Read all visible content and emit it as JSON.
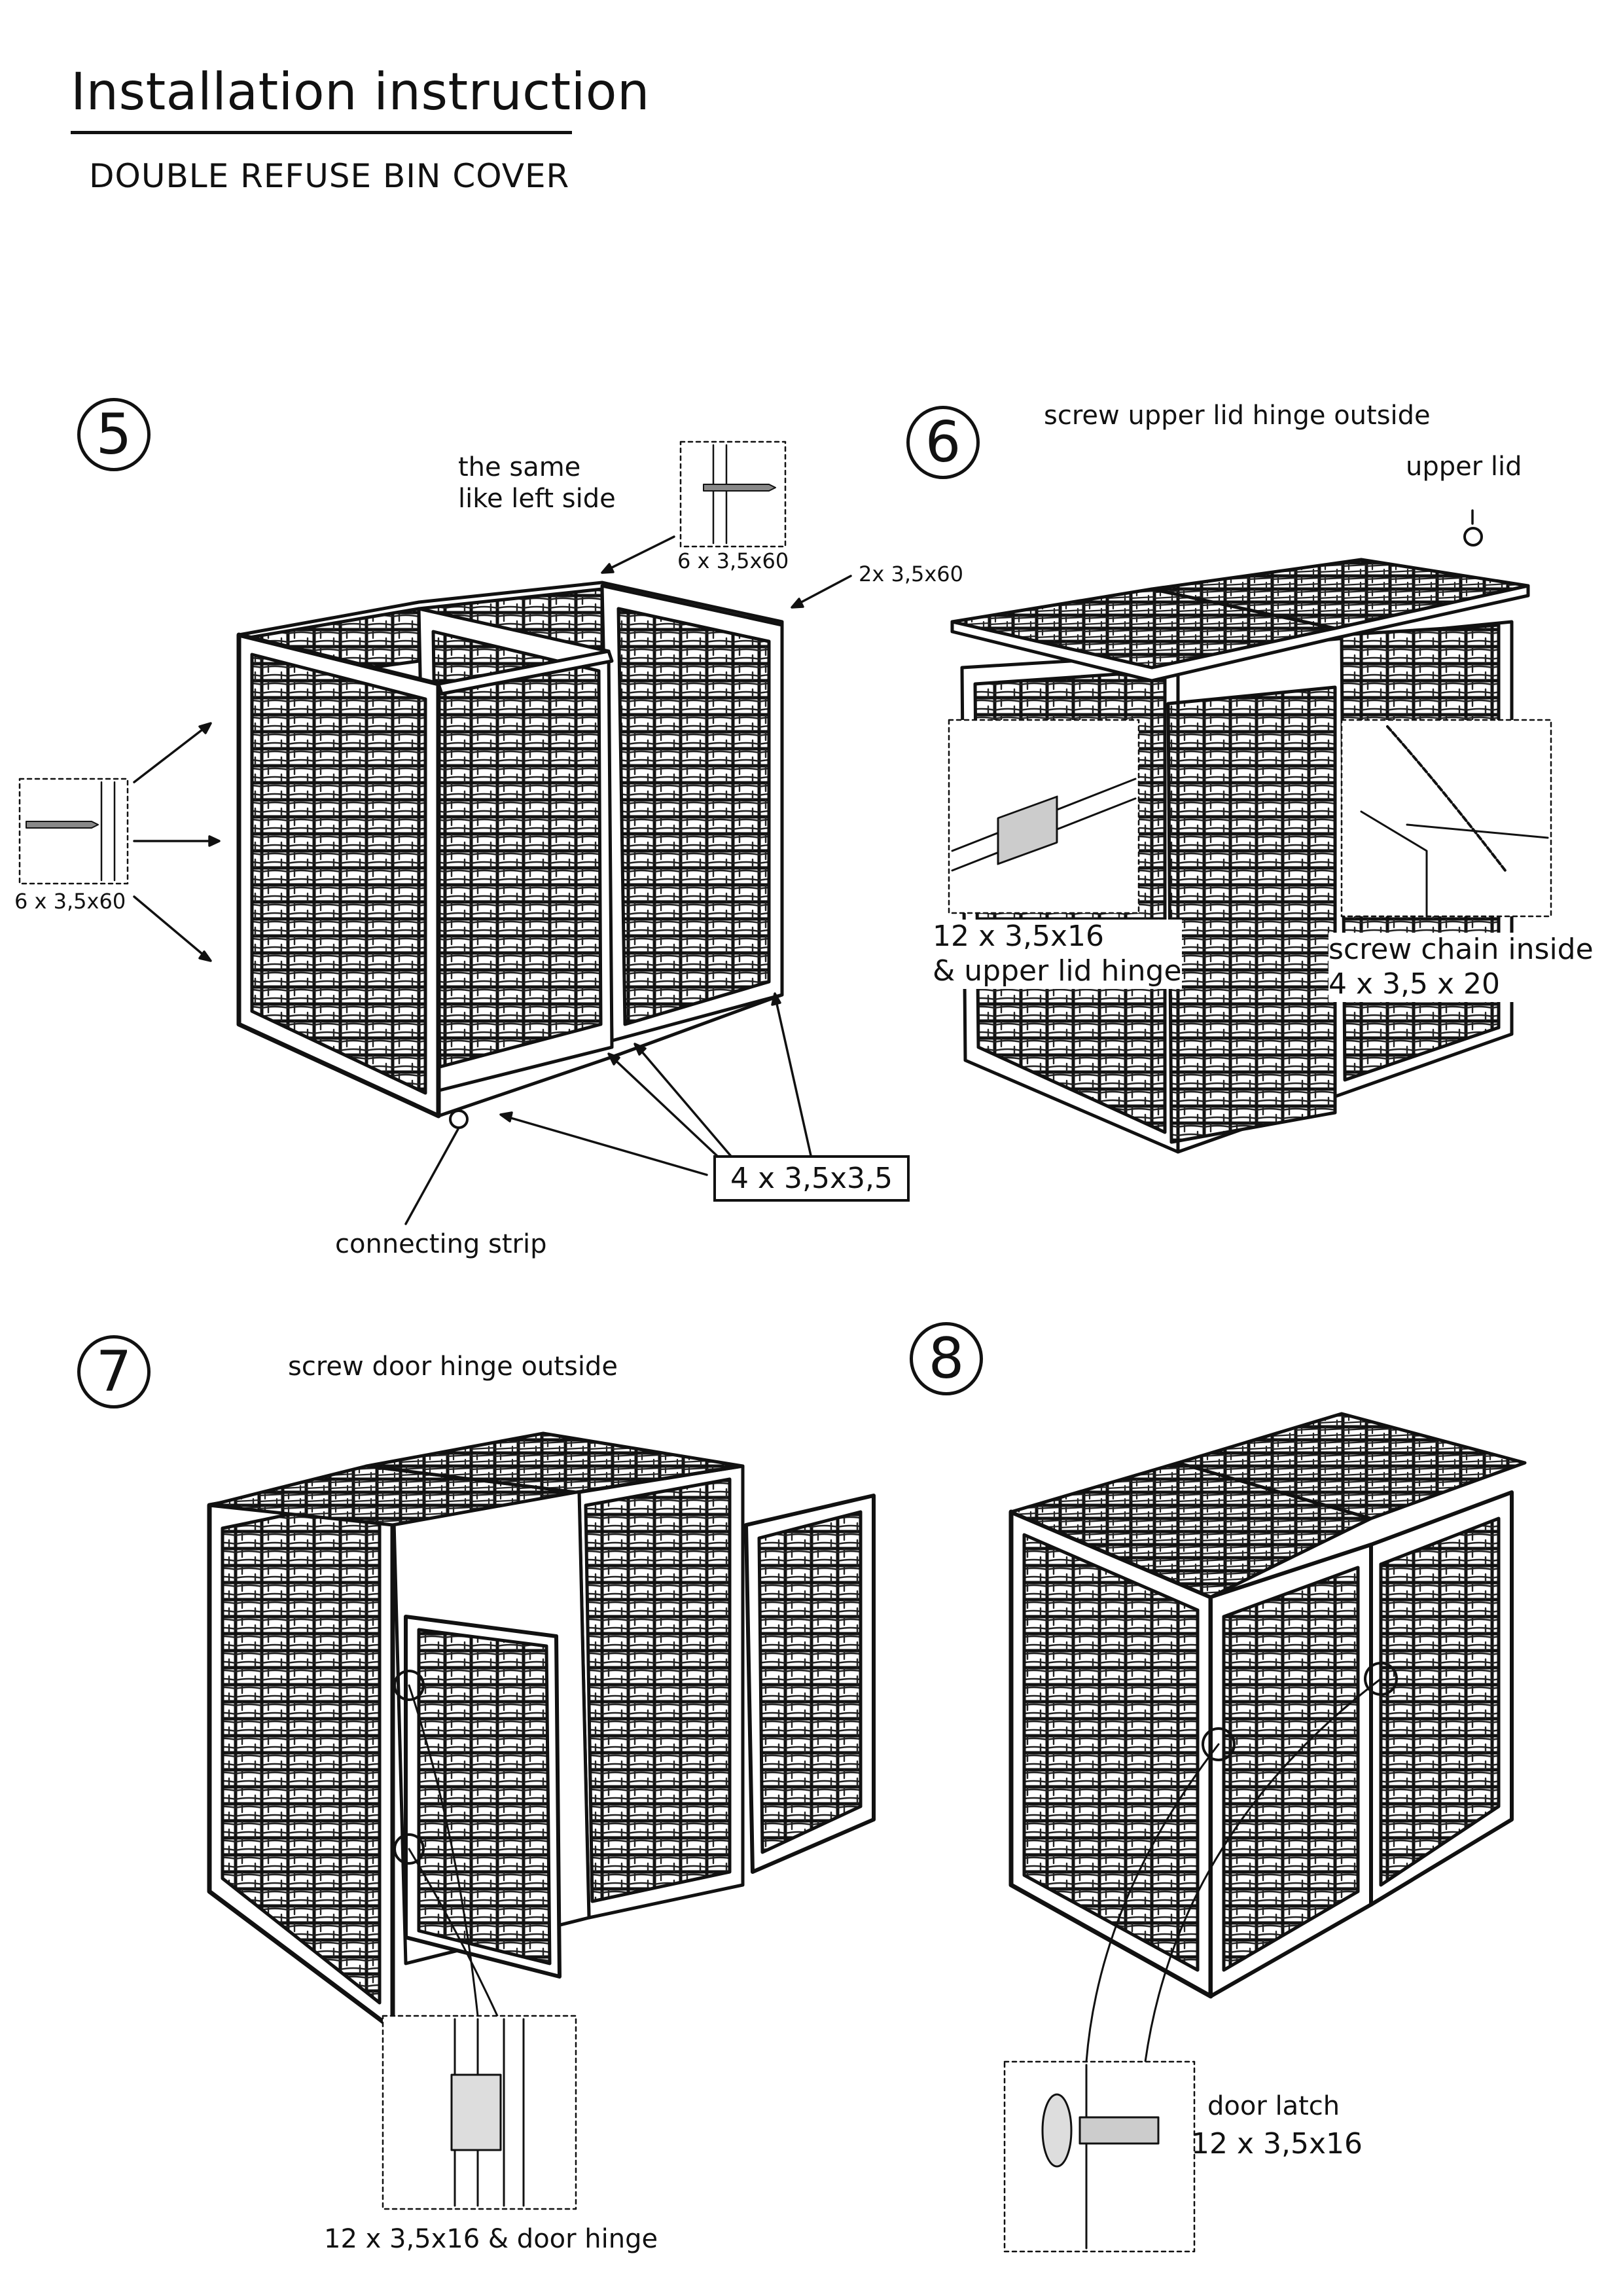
{
  "header": {
    "title": "Installation instruction",
    "subtitle": "DOUBLE REFUSE BIN COVER"
  },
  "steps": [
    {
      "number": "5"
    },
    {
      "number": "6"
    },
    {
      "number": "7"
    },
    {
      "number": "8"
    }
  ],
  "step5": {
    "same_side_note": "the same\nlike left side",
    "screw_top": "6 x 3,5x60",
    "screw_side": "2x 3,5x60",
    "screw_left": "6 x 3,5x60",
    "qty_box": "4 x 3,5x3,5",
    "connecting_strip": "connecting strip"
  },
  "step6": {
    "instruction": "screw upper lid hinge outside",
    "upper_lid": "upper lid",
    "hinge_spec": "12 x 3,5x16\n& upper lid hinge",
    "chain_spec": "screw chain inside\n4 x 3,5 x 20"
  },
  "step7": {
    "instruction": "screw door hinge outside",
    "hinge_spec": "12 x 3,5x16 & door hinge"
  },
  "step8": {
    "latch_label": "door latch",
    "latch_spec": "12 x 3,5x16"
  }
}
